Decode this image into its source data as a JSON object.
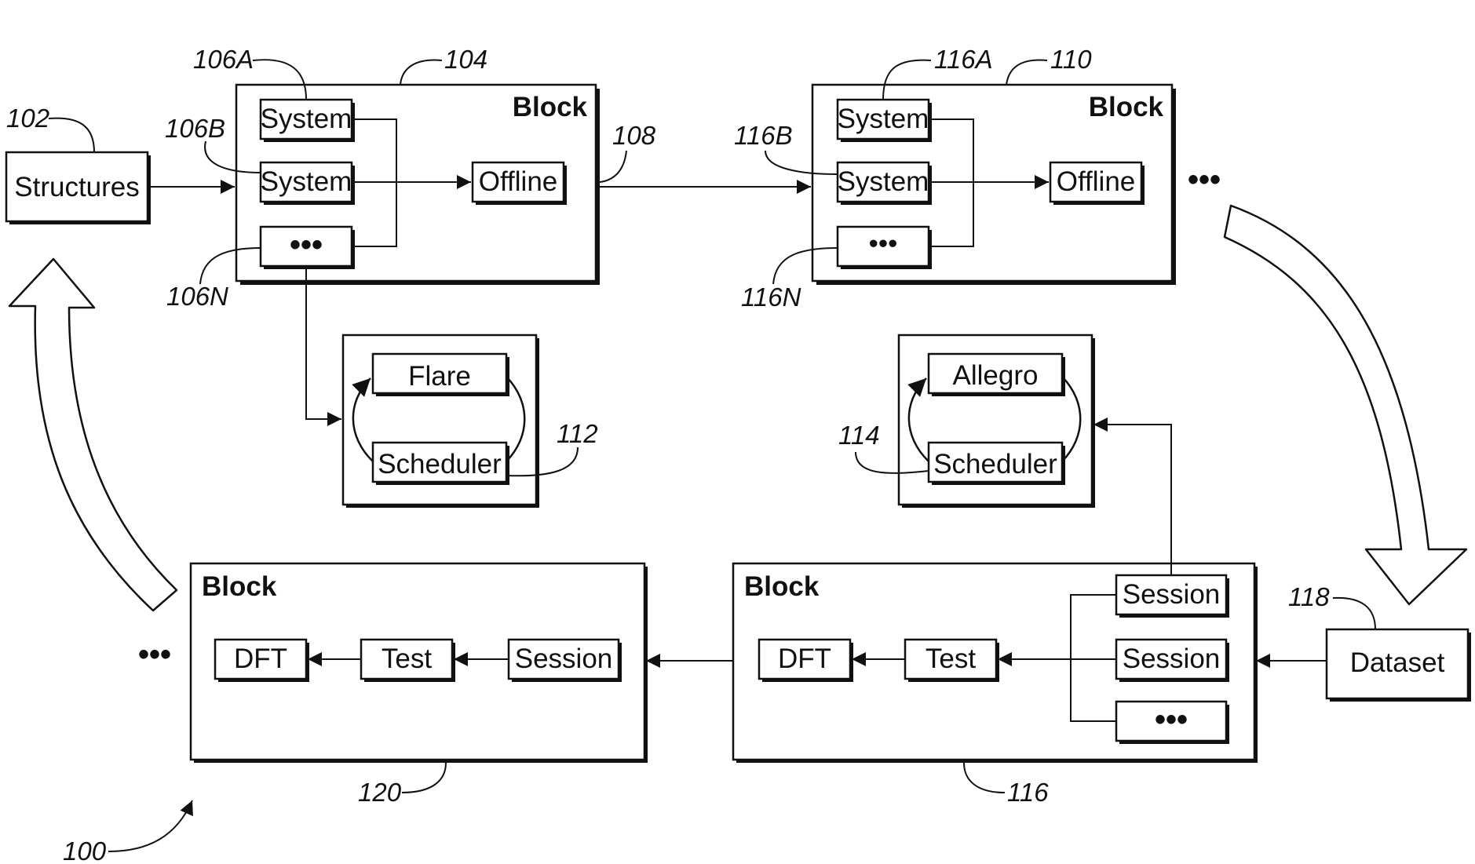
{
  "colors": {
    "ink": "#111111",
    "background": "#ffffff"
  },
  "nodes": {
    "structures": "Structures",
    "dataset": "Dataset",
    "block_104": {
      "title": "Block",
      "sys_a": "System",
      "sys_b": "System",
      "sys_n": "•••",
      "offline": "Offline"
    },
    "block_110": {
      "title": "Block",
      "sys_a": "System",
      "sys_b": "System",
      "sys_n": "•••",
      "offline": "Offline"
    },
    "unit_112": {
      "top": "Flare",
      "bottom": "Scheduler"
    },
    "unit_114": {
      "top": "Allegro",
      "bottom": "Scheduler"
    },
    "block_116": {
      "title": "Block",
      "session_a": "Session",
      "session_b": "Session",
      "session_n": "•••",
      "test": "Test",
      "dft": "DFT"
    },
    "block_120": {
      "title": "Block",
      "session": "Session",
      "test": "Test",
      "dft": "DFT"
    },
    "continue_right": "•••",
    "continue_left": "•••"
  },
  "refs": {
    "r100": "100",
    "r102": "102",
    "r104": "104",
    "r106A": "106A",
    "r106B": "106B",
    "r106N": "106N",
    "r108": "108",
    "r110": "110",
    "r112": "112",
    "r114": "114",
    "r116": "116",
    "r116A": "116A",
    "r116B": "116B",
    "r116N": "116N",
    "r118": "118",
    "r120": "120"
  }
}
